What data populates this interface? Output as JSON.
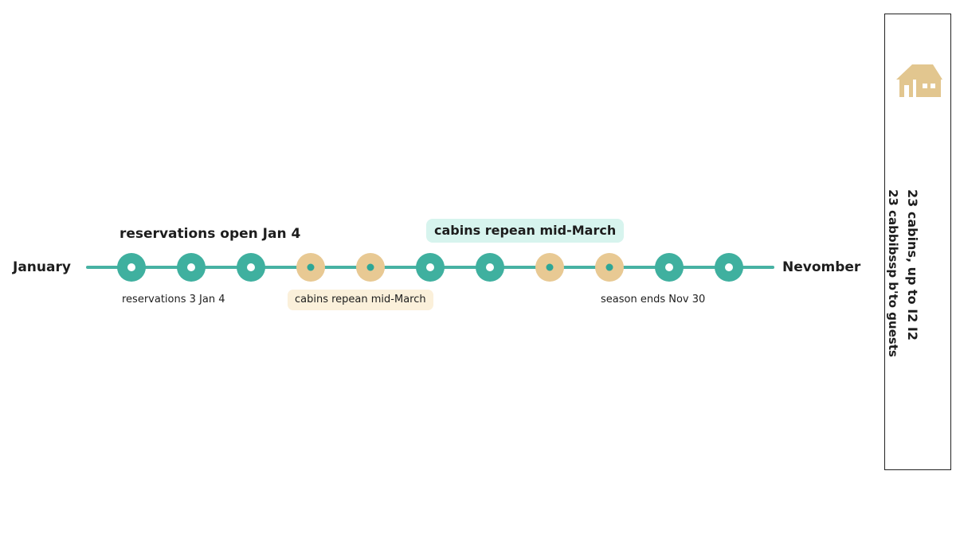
{
  "timeline": {
    "start_label": "January",
    "end_label": "Nevomber",
    "nodes": [
      {
        "style": "teal"
      },
      {
        "style": "teal"
      },
      {
        "style": "teal"
      },
      {
        "style": "sand"
      },
      {
        "style": "sand"
      },
      {
        "style": "teal"
      },
      {
        "style": "teal"
      },
      {
        "style": "sand"
      },
      {
        "style": "sand"
      },
      {
        "style": "teal"
      },
      {
        "style": "teal"
      }
    ]
  },
  "annotations": {
    "heading_left": "reservations open Jan 4",
    "pill_top": "cabins repean mid-March",
    "sub_left": "reservations 3 Jan 4",
    "pill_bottom": "cabins repean mid-March",
    "sub_right": "season ends Nov 30"
  },
  "side_panel": {
    "icon": "house-icon",
    "line1": "23 cabins, up to I2 I2",
    "line2": "23 cabbibssp b'to guests"
  },
  "colors": {
    "teal": "#3fb09f",
    "sand": "#e8c993",
    "pill_top_bg": "#d7f4ee",
    "pill_bottom_bg": "#fbf0da",
    "line": "#47b2a3"
  }
}
